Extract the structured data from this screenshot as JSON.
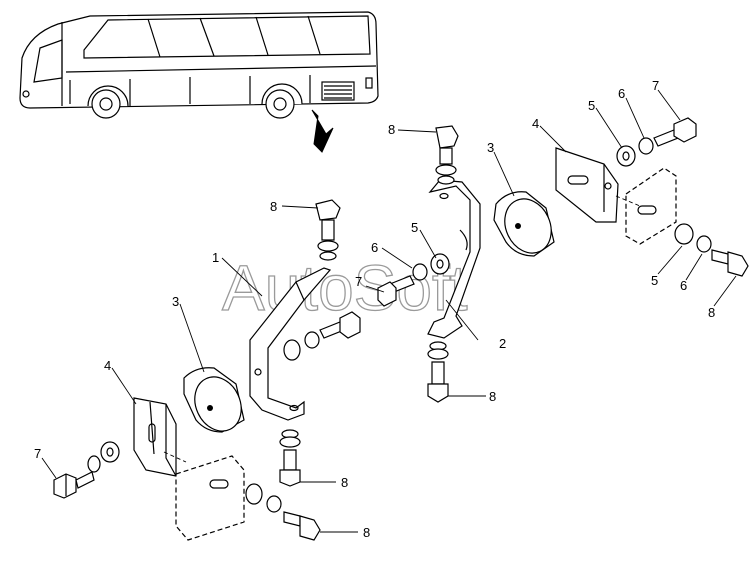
{
  "watermark": "AutoSoft",
  "callouts": {
    "bracket_left": "1",
    "bracket_right": "2",
    "cushion_left": "3",
    "cushion_right": "3",
    "plate_left": "4",
    "plate_right": "4",
    "washer_upper_a": "5",
    "washer_upper_b": "5",
    "washer_right": "5",
    "lockwasher_upper_a": "6",
    "lockwasher_upper_b": "6",
    "lockwasher_right": "6",
    "bolt_left": "7",
    "bolt_center": "7",
    "bolt_top_right": "7",
    "bolt_top_left": "8",
    "bolt_top_center": "8",
    "bolt_lower_center": "8",
    "bolt_lower_left": "8",
    "bolt_bottom": "8",
    "bolt_right": "8"
  }
}
